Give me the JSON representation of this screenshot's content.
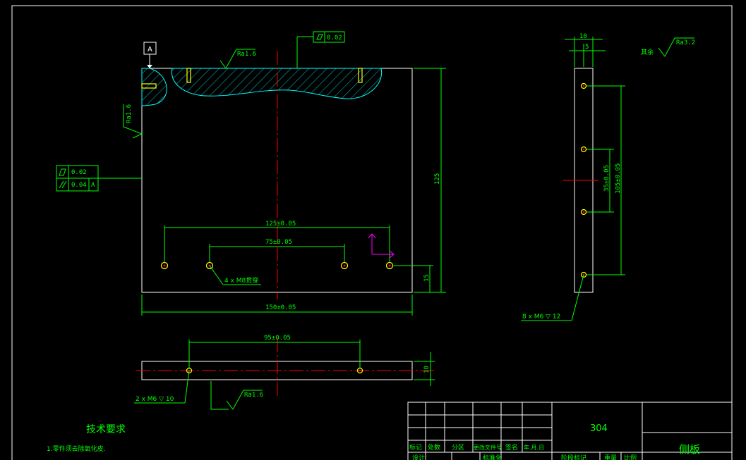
{
  "roughness": {
    "top": "Ra1.6",
    "left": "Ra1.6",
    "bottom_view": "Ra1.6",
    "other_label": "其余",
    "other_value": "Ra3.2"
  },
  "tolerances": {
    "flatness_top": "0.02",
    "flatness_left": "0.02",
    "parallelism_left": "0.04",
    "datum": "A"
  },
  "dimensions": {
    "d125_pos": "125±0.05",
    "d75": "75±0.05",
    "d150": "150±0.05",
    "d125_height": "125",
    "d15": "15",
    "d95": "95±0.05",
    "d10_bottom": "10",
    "d10_side": "10",
    "d5": "5",
    "d35": "35±0.05",
    "d105": "105±0.05"
  },
  "callouts": {
    "holes_m8": "4 x M8贯穿",
    "holes_m6_side": "8 x M6 ▽ 12",
    "holes_m6_bottom": "2 x M6 ▽ 10"
  },
  "tech_req": {
    "title": "技术要求",
    "line1": "1.零件须去除氧化皮."
  },
  "title_block": {
    "material": "304",
    "part_name": "侧板",
    "h_mark": "标记",
    "h_count": "处数",
    "h_zone": "分区",
    "h_docno": "更改文件号",
    "h_sign": "签名",
    "h_date": "年.月.日",
    "r_design": "设计",
    "r_std": "标准化",
    "r_stage": "阶段标记",
    "r_weight": "重量",
    "r_scale": "比例"
  },
  "colors": {
    "outline": "#ffffff",
    "annotation": "#00ff00",
    "centerline": "#ff0000",
    "hatch": "#00ffff",
    "holes": "#ffff00",
    "ucs": "#ff00ff"
  }
}
